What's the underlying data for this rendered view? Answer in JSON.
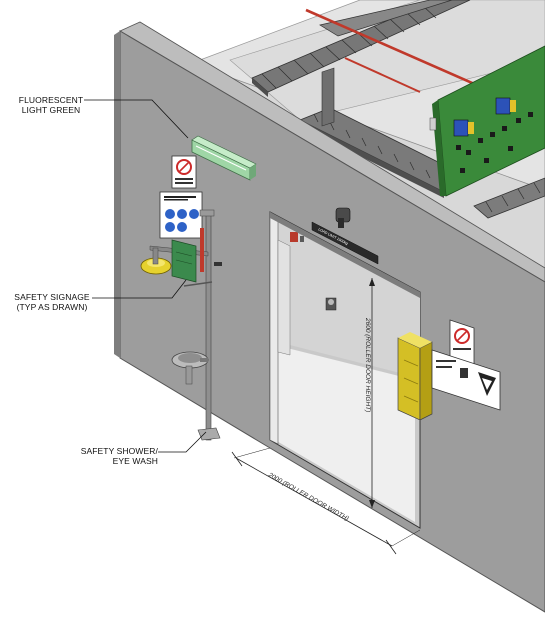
{
  "labels": {
    "fluorescent": {
      "line1": "FLUORESCENT",
      "line2": "LIGHT GREEN"
    },
    "signage": {
      "line1": "SAFETY SIGNAGE",
      "line2": "(TYP AS DRAWN)"
    },
    "shower": {
      "line1": "SAFETY SHOWER/",
      "line2": "EYE WASH"
    }
  },
  "dimensions": {
    "height": "2600 (ROLLER DOOR HEIGHT)",
    "width": "2000 (ROLLER DOOR WIDTH)"
  },
  "colors": {
    "wall_front": "#9d9d9d",
    "wall_edge": "#7e7e7e",
    "interior": "#c9c9c9",
    "light_green": "#9fd6a6",
    "eyewash_yellow": "#e6d22e",
    "cabinet_yellow": "#e9d63a",
    "cable_tray": "#6d6d6d",
    "red_pipe": "#c0392b",
    "electrical_panel": "#3a8a3a",
    "breaker_blue": "#2c52b8"
  }
}
